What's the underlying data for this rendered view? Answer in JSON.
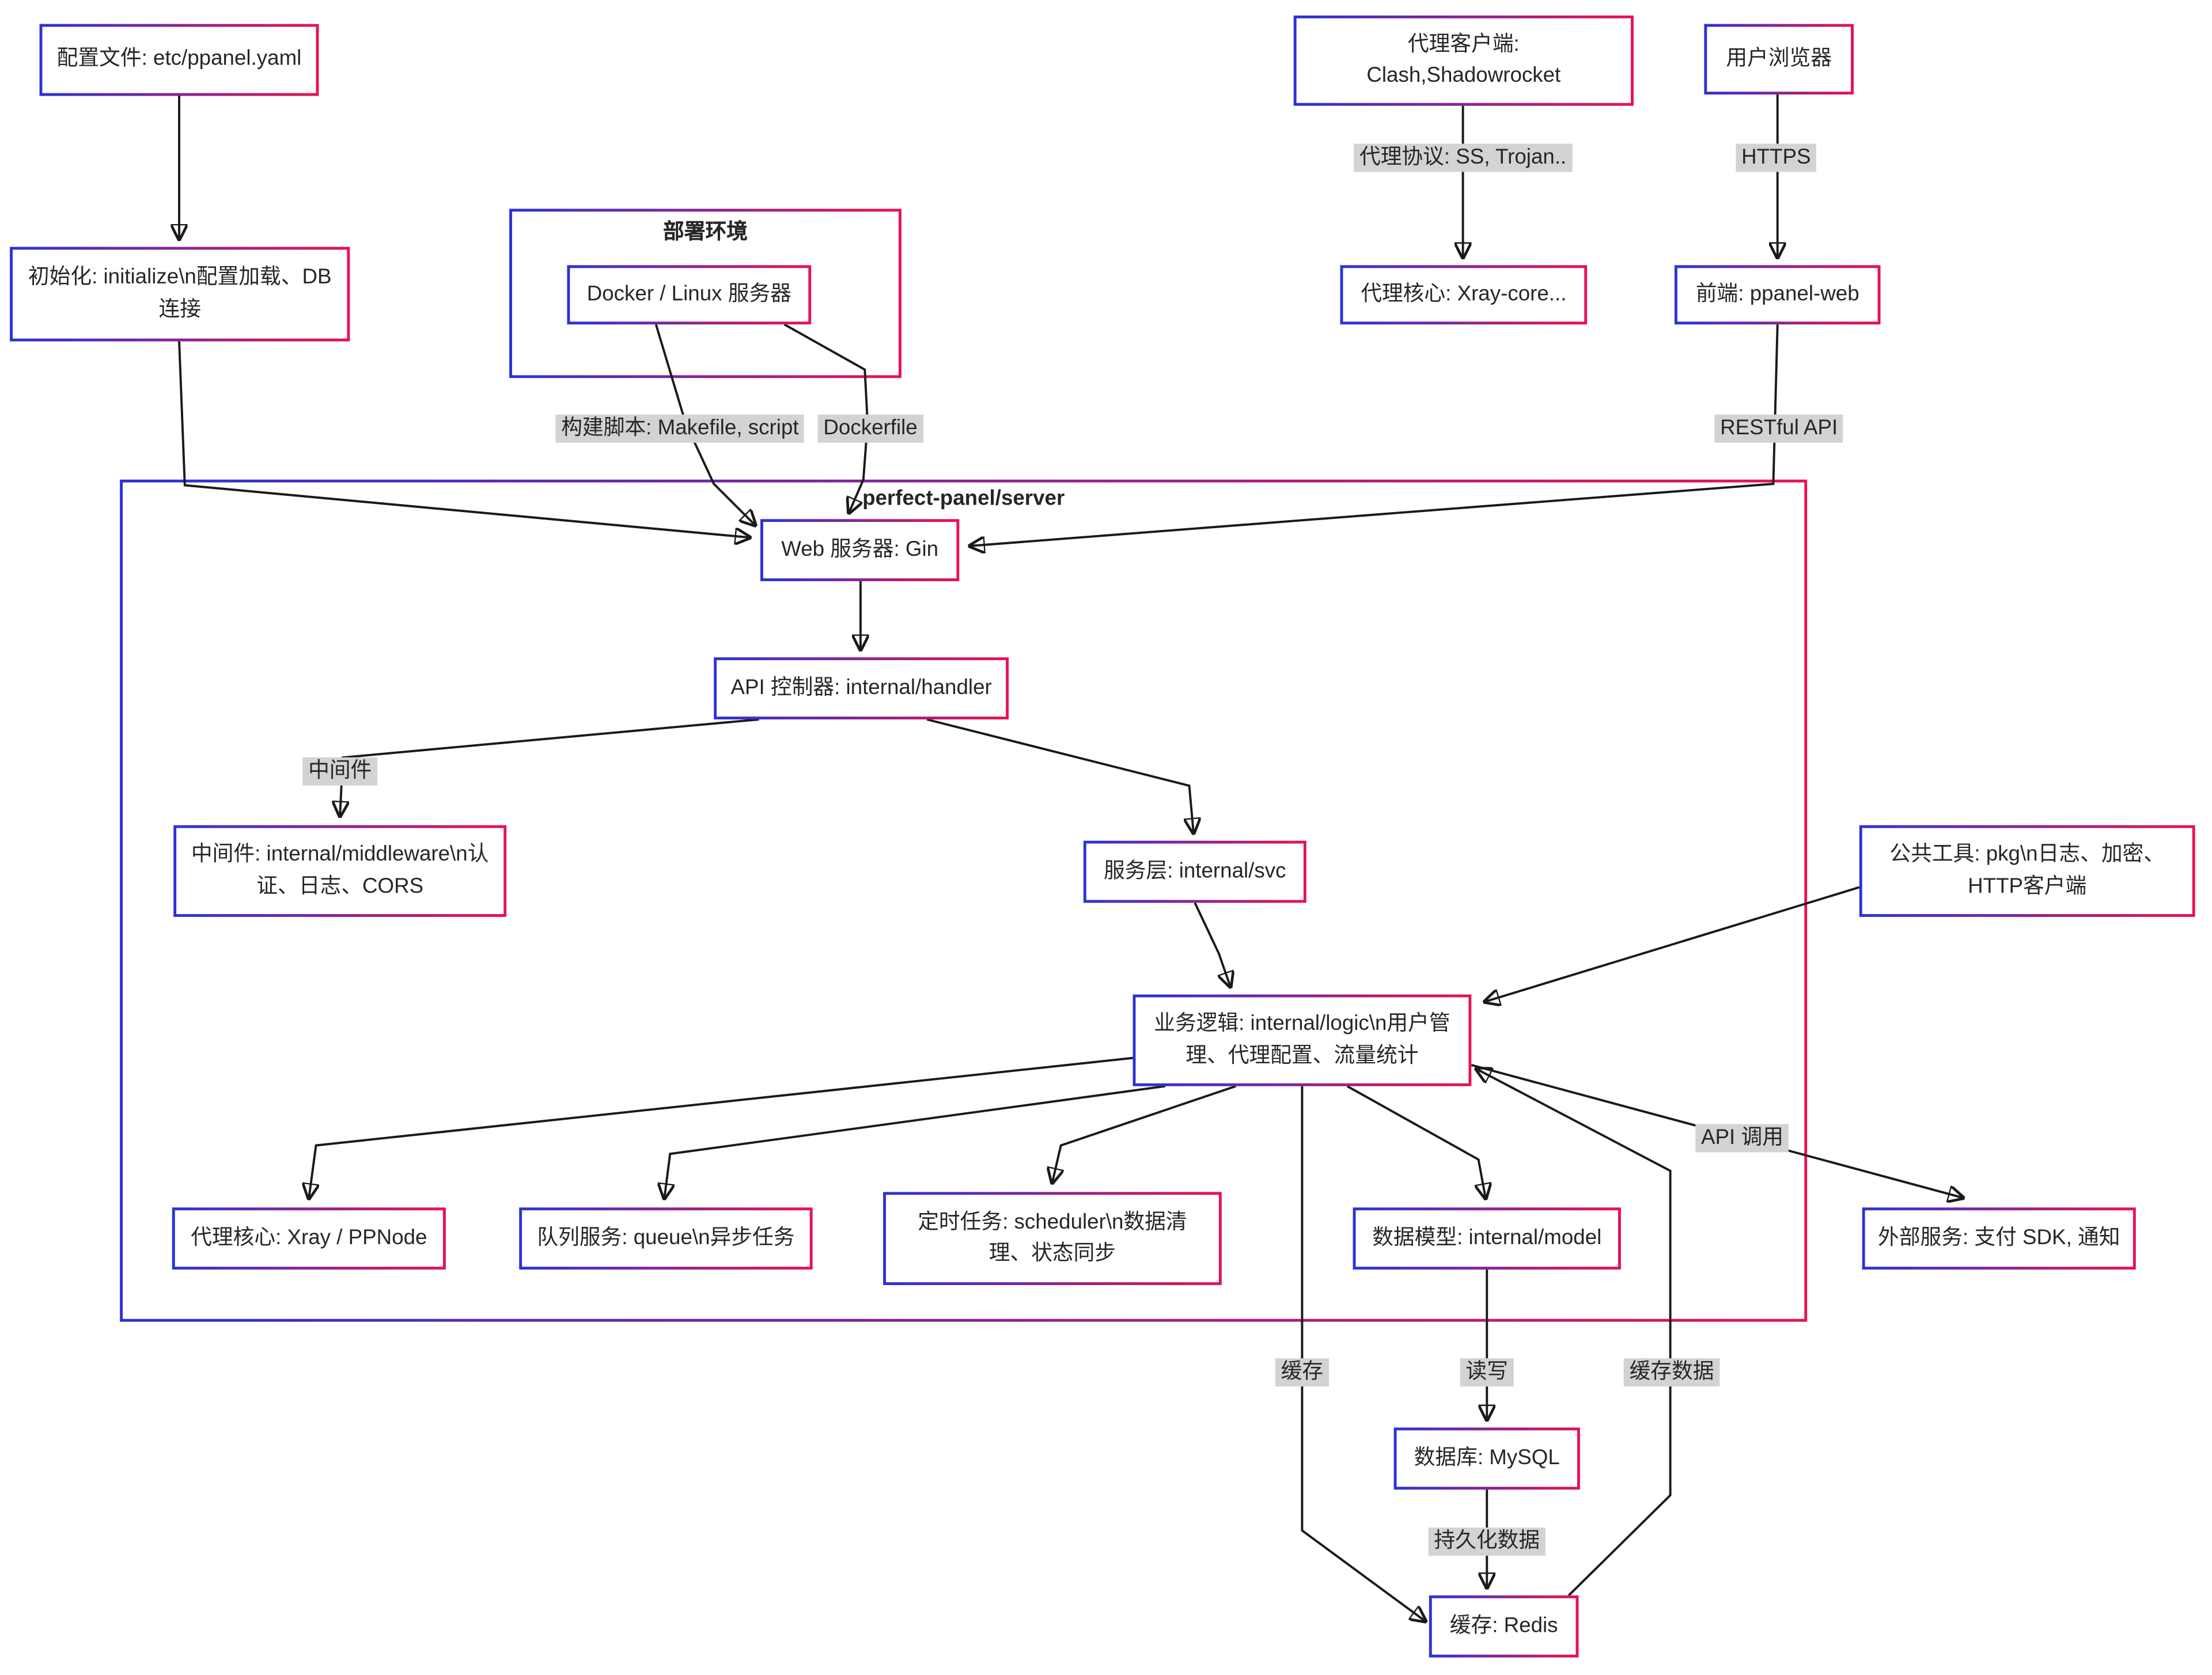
{
  "diagram": {
    "colors": {
      "border_gradient_start": "#2b32d5",
      "border_gradient_end": "#e9124f",
      "edge_label_bg": "#d3d3d3",
      "edge_color": "#1a1a1a",
      "background": "#ffffff"
    },
    "subgraphs": {
      "deploy": {
        "label": "部署环境"
      },
      "server": {
        "label": "perfect-panel/server"
      }
    },
    "nodes": {
      "config": {
        "label": "配置文件: etc/ppanel.yaml"
      },
      "init": {
        "label": "初始化: initialize\\n配置加载、DB连接"
      },
      "docker": {
        "label": "Docker / Linux 服务器"
      },
      "proxy_client": {
        "label": "代理客户端:\nClash,Shadowrocket"
      },
      "xray_core": {
        "label": "代理核心: Xray-core..."
      },
      "browser": {
        "label": "用户浏览器"
      },
      "frontend": {
        "label": "前端: ppanel-web"
      },
      "gin": {
        "label": "Web 服务器: Gin"
      },
      "handler": {
        "label": "API 控制器: internal/handler"
      },
      "middleware": {
        "label": "中间件: internal/middleware\\n认证、日志、CORS"
      },
      "svc": {
        "label": "服务层: internal/svc"
      },
      "logic": {
        "label": "业务逻辑: internal/logic\\n用户管理、代理配置、流量统计"
      },
      "ppnode": {
        "label": "代理核心: Xray / PPNode"
      },
      "queue": {
        "label": "队列服务: queue\\n异步任务"
      },
      "scheduler": {
        "label": "定时任务: scheduler\\n数据清理、状态同步"
      },
      "model": {
        "label": "数据模型: internal/model"
      },
      "pkg": {
        "label": "公共工具: pkg\\n日志、加密、HTTP客户端"
      },
      "external": {
        "label": "外部服务: 支付 SDK, 通知"
      },
      "mysql": {
        "label": "数据库: MySQL"
      },
      "redis": {
        "label": "缓存: Redis"
      }
    },
    "edge_labels": {
      "proxy_protocol": {
        "label": "代理协议: SS, Trojan.."
      },
      "https": {
        "label": "HTTPS"
      },
      "build_script": {
        "label": "构建脚本: Makefile, script"
      },
      "dockerfile": {
        "label": "Dockerfile"
      },
      "restful_api": {
        "label": "RESTful API"
      },
      "middleware": {
        "label": "中间件"
      },
      "api_call": {
        "label": "API 调用"
      },
      "cache": {
        "label": "缓存"
      },
      "read_write": {
        "label": "读写"
      },
      "cache_data": {
        "label": "缓存数据"
      },
      "persist_data": {
        "label": "持久化数据"
      }
    }
  }
}
